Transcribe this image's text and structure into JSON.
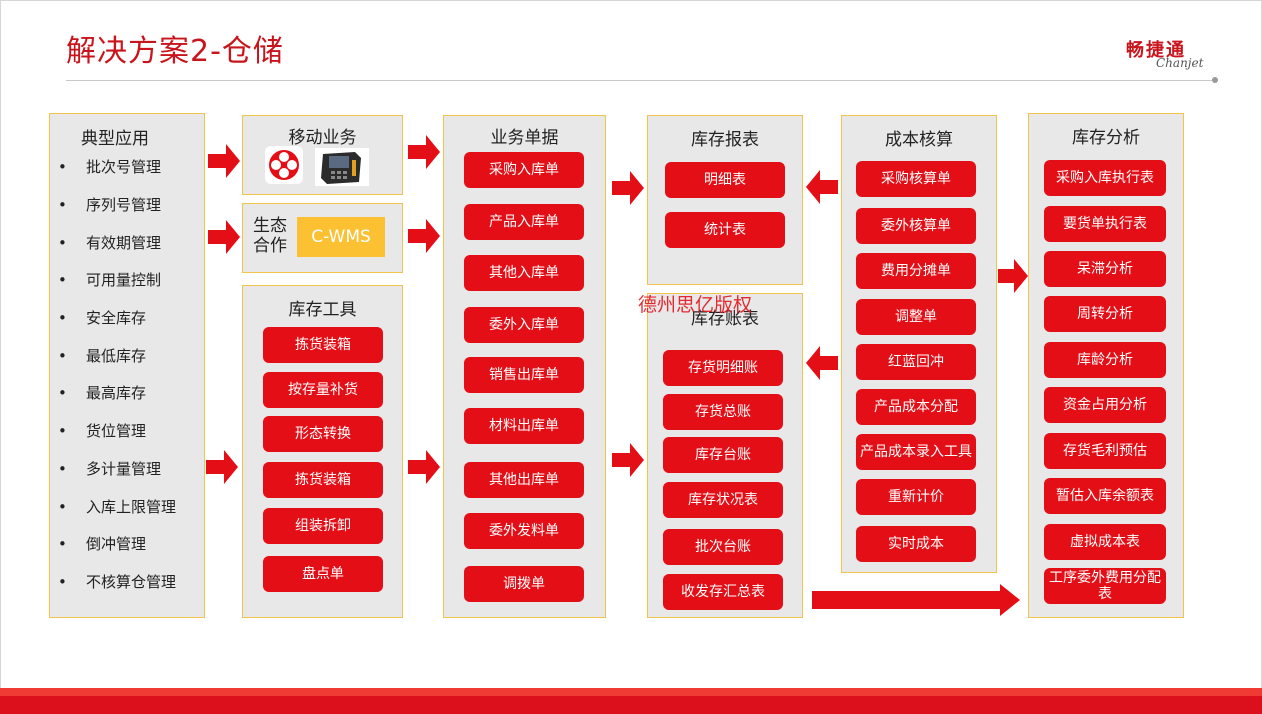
{
  "header": {
    "title": "解决方案2-仓储",
    "logo_cn": "畅捷通",
    "logo_en": "Chanjet"
  },
  "watermark": "德州思亿版权",
  "colors": {
    "accent_red": "#e40e16",
    "title_red": "#c9141c",
    "panel_bg": "#e8e8e8",
    "panel_border": "#f2c44c",
    "cwms_yellow": "#fcc033"
  },
  "typical_apps": {
    "title": "典型应用",
    "items": [
      "批次号管理",
      "序列号管理",
      "有效期管理",
      "可用量控制",
      "安全库存",
      "最低库存",
      "最高库存",
      "货位管理",
      "多计量管理",
      "入库上限管理",
      "倒冲管理",
      "不核算仓管理"
    ]
  },
  "mobile": {
    "title": "移动业务",
    "icons": [
      "app-logo-icon",
      "handheld-scanner-icon"
    ]
  },
  "eco": {
    "label_line1": "生态",
    "label_line2": "合作",
    "badge": "C-WMS"
  },
  "tools": {
    "title": "库存工具",
    "items": [
      "拣货装箱",
      "按存量补货",
      "形态转换",
      "拣货装箱",
      "组装拆卸",
      "盘点单"
    ]
  },
  "docs": {
    "title": "业务单据",
    "items": [
      "采购入库单",
      "产品入库单",
      "其他入库单",
      "委外入库单",
      "销售出库单",
      "材料出库单",
      "其他出库单",
      "委外发料单",
      "调拨单"
    ]
  },
  "reports": {
    "title": "库存报表",
    "items": [
      "明细表",
      "统计表"
    ]
  },
  "ledger": {
    "title": "库存账表",
    "items": [
      "存货明细账",
      "存货总账",
      "库存台账",
      "库存状况表",
      "批次台账",
      "收发存汇总表"
    ]
  },
  "cost": {
    "title": "成本核算",
    "items": [
      "采购核算单",
      "委外核算单",
      "费用分摊单",
      "调整单",
      "红蓝回冲",
      "产品成本分配",
      "产品成本录入工具",
      "重新计价",
      "实时成本"
    ]
  },
  "analysis": {
    "title": "库存分析",
    "items": [
      "采购入库执行表",
      "要货单执行表",
      "呆滞分析",
      "周转分析",
      "库龄分析",
      "资金占用分析",
      "存货毛利预估",
      "暂估入库余额表",
      "虚拟成本表",
      "工序委外费用分配表"
    ]
  }
}
